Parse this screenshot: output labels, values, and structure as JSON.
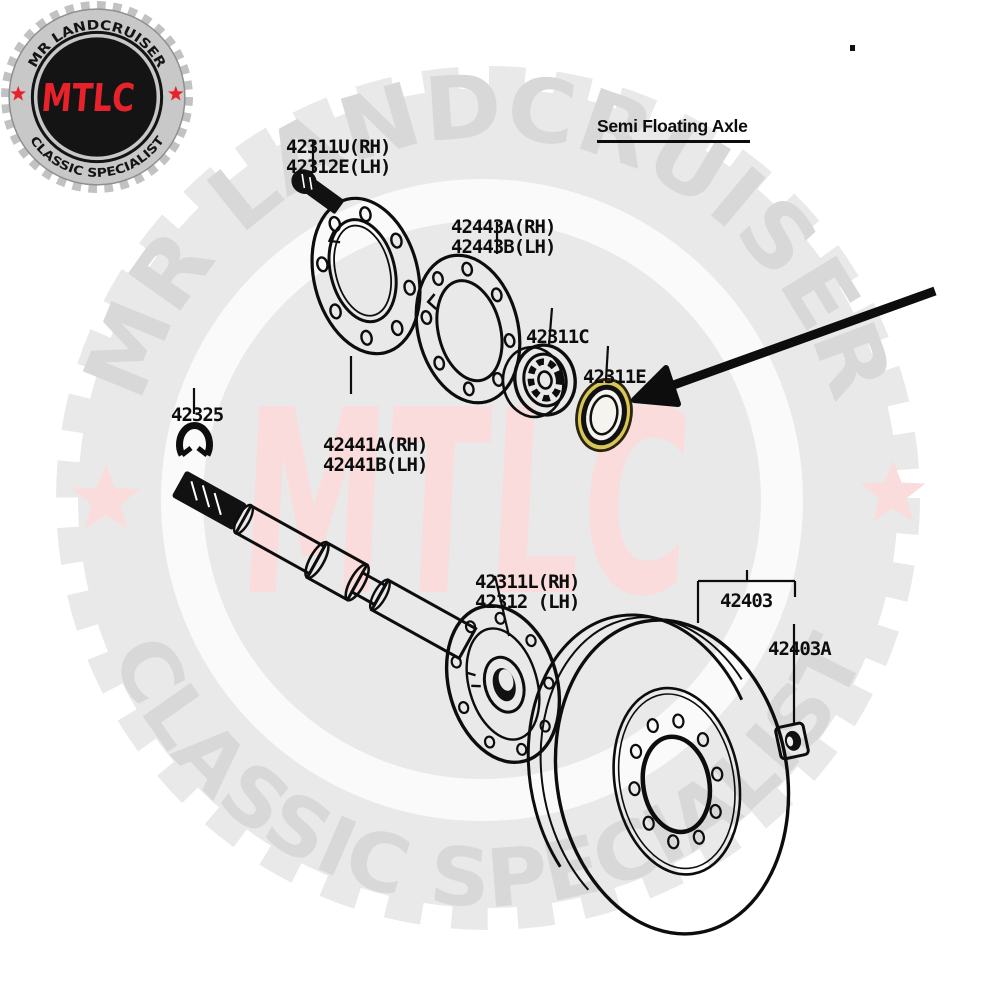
{
  "logo_badge": {
    "top_text": "MR LANDCRUISER",
    "bottom_text": "CLASSIC SPECIALIST",
    "monogram": "MTLC",
    "colors": {
      "red": "#e8222a",
      "silver": "#c8c8c8",
      "black": "#161616"
    }
  },
  "watermark": {
    "top_text": "MR LANDCRUISER",
    "bottom_text": "CLASSIC SPECIALIST",
    "monogram": "MTLC",
    "colors": {
      "grey": "#e9e9e9",
      "ring": "#fafafa",
      "text": "#d8d8d8",
      "pink": "#fadcdc"
    }
  },
  "diagram": {
    "title": "Semi Floating Axle",
    "highlight_color": "#d9c654",
    "highlighted_part": "42311E",
    "labels": [
      {
        "part": "42311U-42312E",
        "lines": [
          "42311U(RH)",
          "42312E(LH)"
        ]
      },
      {
        "part": "42443A-42443B",
        "lines": [
          "42443A(RH)",
          "42443B(LH)"
        ]
      },
      {
        "part": "42311C",
        "lines": [
          "42311C"
        ]
      },
      {
        "part": "42311E",
        "lines": [
          "42311E"
        ]
      },
      {
        "part": "42325",
        "lines": [
          "42325"
        ]
      },
      {
        "part": "42441A-42441B",
        "lines": [
          "42441A(RH)",
          "42441B(LH)"
        ]
      },
      {
        "part": "42311L-42312",
        "lines": [
          "42311L(RH)",
          "42312 (LH)"
        ]
      },
      {
        "part": "42403",
        "lines": [
          "42403"
        ]
      },
      {
        "part": "42403A",
        "lines": [
          "42403A"
        ]
      }
    ]
  }
}
